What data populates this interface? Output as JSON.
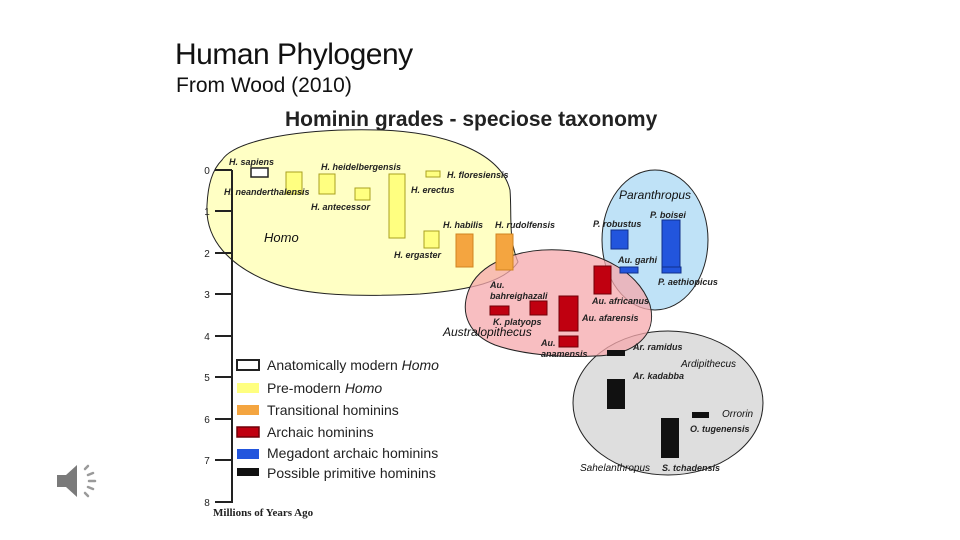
{
  "header": {
    "title": "Human Phylogeny",
    "subtitle": "From Wood (2010)"
  },
  "figure": {
    "title": "Hominin grades - speciose taxonomy",
    "axis": {
      "ticks": [
        "0",
        "1",
        "2",
        "3",
        "4",
        "5",
        "6",
        "7",
        "8"
      ],
      "label": "Millions of Years Ago"
    },
    "legend": [
      {
        "label": "Anatomically modern ",
        "italic": "Homo",
        "color": "#ffffff",
        "border": "#222222"
      },
      {
        "label": "Pre-modern ",
        "italic": "Homo",
        "color": "#ffff80",
        "border": "#c9c92a"
      },
      {
        "label": "Transitional hominins",
        "italic": "",
        "color": "#f4a540",
        "border": "#d08420"
      },
      {
        "label": "Archaic hominins",
        "italic": "",
        "color": "#c00010",
        "border": "#700008"
      },
      {
        "label": "Megadont archaic hominins",
        "italic": "",
        "color": "#2255dd",
        "border": "#10308a"
      },
      {
        "label": "Possible primitive hominins",
        "italic": "",
        "color": "#111111",
        "border": "#000000"
      }
    ],
    "groups": {
      "homo": "Homo",
      "paranthropus": "Paranthropus",
      "australopithecus": "Australopithecus",
      "ardipithecus": "Ardipithecus",
      "orrorin": "Orrorin",
      "sahelanthropus": "Sahelanthropus"
    },
    "species": {
      "h_sapiens": "H. sapiens",
      "h_heidelbergensis": "H. heidelbergensis",
      "h_floresiensis": "H. floresiensis",
      "h_neanderthalensis": "H. neanderthalensis",
      "h_erectus": "H. erectus",
      "h_antecessor": "H. antecessor",
      "h_habilis": "H. habilis",
      "h_rudolfensis": "H. rudolfensis",
      "h_ergaster": "H. ergaster",
      "p_robustus": "P. robustus",
      "p_boisei": "P. boisei",
      "au_garhi": "Au. garhi",
      "p_aethiopicus": "P. aethiopicus",
      "au_bahreighazali_1": "Au.",
      "au_bahreighazali_2": "bahreighazali",
      "au_africanus": "Au. africanus",
      "au_afarensis": "Au. afarensis",
      "k_platyops": "K. platyops",
      "au_anamensis_1": "Au.",
      "au_anamensis_2": "anamensis",
      "ar_ramidus": "Ar. ramidus",
      "ar_kadabba": "Ar. kadabba",
      "o_tugenensis": "O. tugenensis",
      "s_tchadensis": "S. tchadensis"
    }
  }
}
